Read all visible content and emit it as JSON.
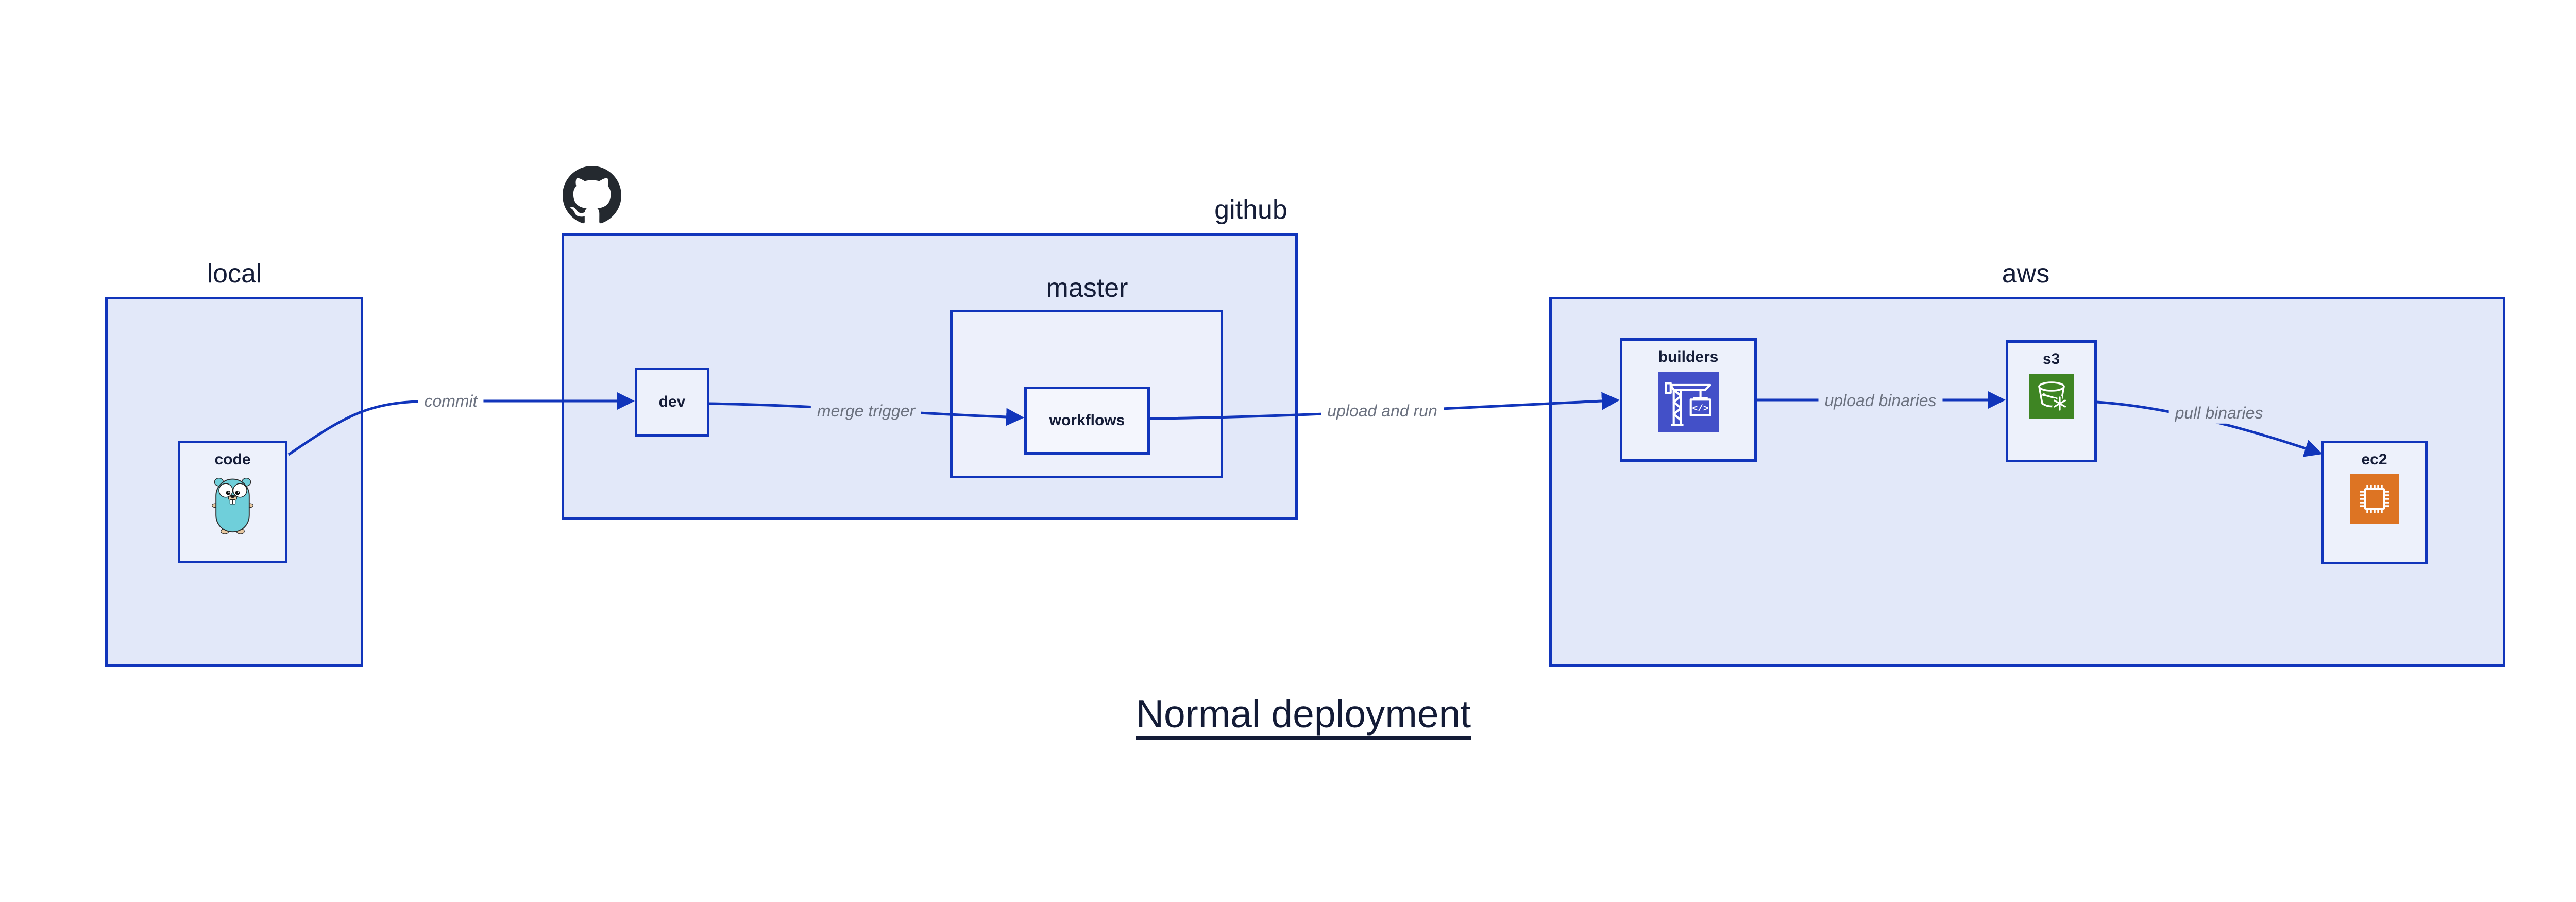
{
  "diagram": {
    "title": "Normal deployment",
    "clusters": {
      "local": {
        "label": "local"
      },
      "github": {
        "label": "github"
      },
      "master": {
        "label": "master"
      },
      "aws": {
        "label": "aws"
      }
    },
    "nodes": {
      "code": {
        "label": "code"
      },
      "dev": {
        "label": "dev"
      },
      "workflows": {
        "label": "workflows"
      },
      "builders": {
        "label": "builders"
      },
      "s3": {
        "label": "s3"
      },
      "ec2": {
        "label": "ec2"
      }
    },
    "edges": {
      "commit": {
        "label": "commit"
      },
      "merge_trigger": {
        "label": "merge trigger"
      },
      "upload_and_run": {
        "label": "upload and run"
      },
      "upload_binaries": {
        "label": "upload binaries"
      },
      "pull_binaries": {
        "label": "pull binaries"
      }
    },
    "icons": {
      "github_octocat": "github-octocat-icon",
      "go_gopher": "go-gopher-icon",
      "codebuild_crane": "codebuild-crane-icon",
      "codebuild_glyph": "</>",
      "s3_glacier_bucket": "s3-glacier-bucket-icon",
      "ec2_chip": "ec2-chip-icon"
    },
    "colors": {
      "line_blue": "#1135BB",
      "panel_fill": "#E2E8F9",
      "master_fill": "#EDF0FB",
      "node_fill": "#EDF1FB",
      "workflows_fill": "#F4F6FD",
      "text_navy": "#151D38",
      "edge_label_gray": "#6C7280",
      "codebuild_indigo": "#4350C8",
      "glacier_green": "#3E8523",
      "ec2_orange": "#DD7423",
      "gopher_teal": "#6FCFDA",
      "octocat_black": "#24292F"
    }
  }
}
